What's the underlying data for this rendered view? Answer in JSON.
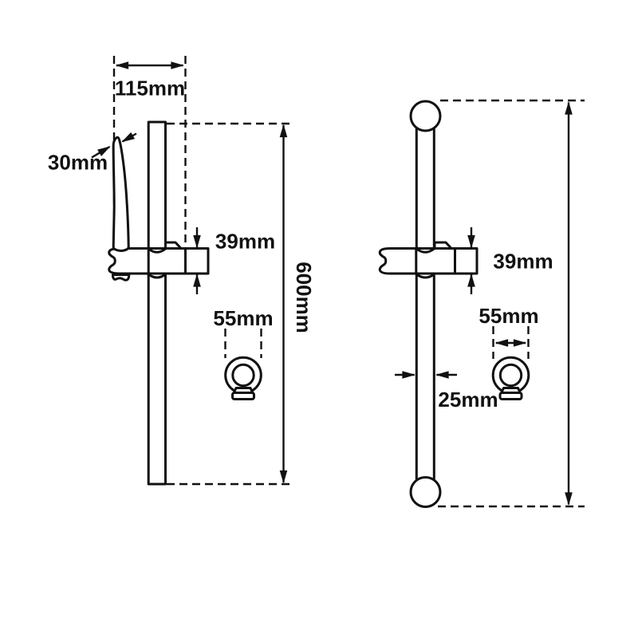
{
  "drawing": {
    "left_view": {
      "width_label": "115mm",
      "handset_label": "30mm",
      "holder_label": "39mm",
      "height_label": "600mm",
      "bracket_label": "55mm"
    },
    "right_view": {
      "holder_label": "39mm",
      "diameter_label": "25mm",
      "bracket_label": "55mm"
    },
    "colors": {
      "line": "#111111",
      "background": "#ffffff"
    }
  }
}
